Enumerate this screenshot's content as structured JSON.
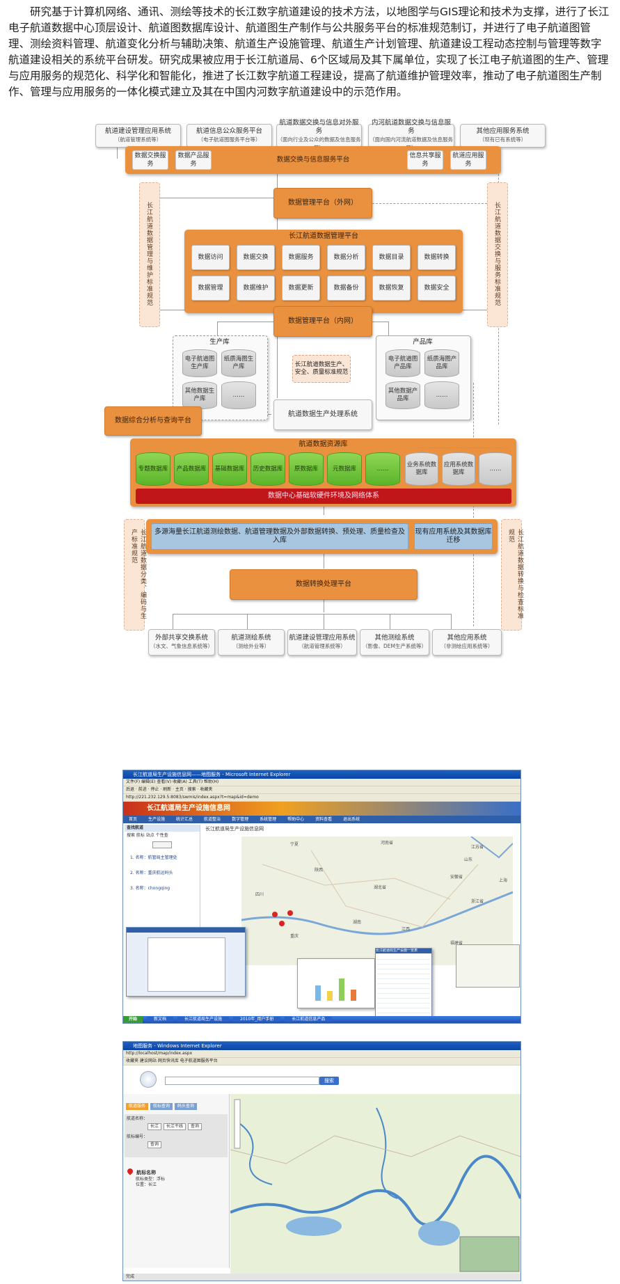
{
  "intro": "研究基于计算机网络、通讯、测绘等技术的长江数字航道建设的技术方法，以地图学与GIS理论和技术为支撑，进行了长江电子航道数据中心顶层设计、航道图数据库设计、航道图生产制作与公共服务平台的标准规范制订，并进行了电子航道图管理、测绘资料管理、航道变化分析与辅助决策、航道生产设施管理、航道生产计划管理、航道建设工程动态控制与管理等数字航道建设相关的系统平台研发。研究成果被应用于长江航道局、6个区域局及其下属单位，实现了长江电子航道图的生产、管理与应用服务的规范化、科学化和智能化，推进了长江数字航道工程建设，提高了航道维护管理效率，推动了电子航道图生产制作、管理与应用服务的一体化模式建立及其在中国内河数字航道建设中的示范作用。",
  "diagram": {
    "top_systems": [
      {
        "title": "航道建设管理应用系统",
        "sub": "（航道管理系统等）"
      },
      {
        "title": "航道信息公众服务平台",
        "sub": "（电子航道图服务平台等）"
      },
      {
        "title": "航道数据交换与信息对外服务",
        "sub": "（面向行业及公众的数据及信息服务等）"
      },
      {
        "title": "内河航道数据交换与信息服务",
        "sub": "（面向国内河流航道数据及信息服务等）"
      },
      {
        "title": "其他应用服务系统",
        "sub": "（现有已有系统等）"
      }
    ],
    "exchange_platform": {
      "title": "数据交换与信息服务平台",
      "left_chips": [
        "数据交换服务",
        "数据产品服务"
      ],
      "right_chips": [
        "信息共享服务",
        "航道应用服务"
      ]
    },
    "left_side_label": "长江航道数据管理与维护标准规范",
    "right_side_label": "长江航道数据交换与服务标准规范",
    "mgmt_outer": "数据管理平台（外网）",
    "mgmt_platform": {
      "title": "长江航道数据管理平台",
      "row1": [
        "数据访问",
        "数据交换",
        "数据服务",
        "数据分析",
        "数据目录",
        "数据转换"
      ],
      "row2": [
        "数据管理",
        "数据维护",
        "数据更新",
        "数据备份",
        "数据恢复",
        "数据安全"
      ]
    },
    "mgmt_inner": "数据管理平台（内网）",
    "production_lib": {
      "title": "生产库",
      "cyl": [
        "电子航道图生产库",
        "纸质海图生产库",
        "其他数据生产库",
        "……"
      ]
    },
    "product_lib": {
      "title": "产品库",
      "cyl": [
        "电子航道图产品库",
        "纸质海图产品库",
        "其他数据产品库",
        "……"
      ]
    },
    "standard_note": "长江航道数据生产、安全、质量标准规范",
    "processing_system": "航道数据生产处理系统",
    "analysis_platform": "数据综合分析与查询平台",
    "resource_lib": {
      "title": "航道数据资源库",
      "green": [
        "专题数据库",
        "产品数据库",
        "基础数据库",
        "历史数据库",
        "原数据库",
        "元数据库",
        "……"
      ],
      "grey": [
        "业务系统数据库",
        "应用系统数据库",
        "……"
      ],
      "red_bar": "数据中心基础软硬件环境及网络体系"
    },
    "migration_left": "多源海量长江航道测绘数据、航道管理数据及外部数据转换、预处理、质量检查及入库",
    "migration_right": "现有应用系统及其数据库迁移",
    "left_side_label2": "长江航道数据分类、编码与生产标准规范",
    "right_side_label2": "长江航道数据转换与检查标准规范",
    "conversion_platform": "数据转换处理平台",
    "bottom_systems": [
      {
        "title": "外部共享交换系统",
        "sub": "（水文、气象信息系统等）"
      },
      {
        "title": "航道测绘系统",
        "sub": "（测绘外业等）"
      },
      {
        "title": "航道建设管理应用系统",
        "sub": "（航道管理系统等）"
      },
      {
        "title": "其他测绘系统",
        "sub": "（影像、DEM生产系统等）"
      },
      {
        "title": "其他应用系统",
        "sub": "（非测绘应用系统等）"
      }
    ]
  },
  "shot1": {
    "window_title": "长江航道局生产设施信息网——地图服务 - Microsoft Internet Explorer",
    "menu": "文件(F)  编辑(E)  查看(V)  收藏(A)  工具(T)  帮助(H)",
    "toolbar": "后退 · 前进 · 停止 · 刷新 · 主页 · 搜索 · 收藏夹",
    "address": "http://221.232.129.5:8083/swmis/index.aspx?t=map&id=demo",
    "banner": "长江航道局生产设施信息网",
    "nav": [
      "首页",
      "生产设施",
      "统计汇总",
      "航道整治",
      "数字管理",
      "系统管理",
      "帮助中心",
      "资料查看",
      "退出系统"
    ],
    "panel_title": "查找航道",
    "panel_tabs": "搜索  航标  站点  个性查",
    "results": [
      "1. 名称：航管局主管理处",
      "2. 名称：重庆航运码头",
      "3. 名称：chongqing"
    ],
    "map_heading": "长江航道局生产设施信息网",
    "map_places": [
      "宁夏",
      "陕西",
      "河南省",
      "山东",
      "江苏省",
      "安徽省",
      "湖北省",
      "四川",
      "湖南",
      "浙江省",
      "重庆",
      "江西",
      "福建省",
      "上海"
    ],
    "chart_panel_title": "长江航道局生产设施一览表",
    "taskbar": [
      "开始",
      "新文档",
      "长江航道局生产设施",
      "2010年_用户手册",
      "长江航道信息产品"
    ]
  },
  "shot2": {
    "window_title": "地图服务 - Windows Internet Explorer",
    "address": "http://localhost/map/index.aspx",
    "toolbar": "收藏夹  建议网站  网页快讯库  电子航道图服务平台",
    "search_button": "搜索",
    "tabs": [
      "航道服务",
      "航标查询",
      "码头查询"
    ],
    "form1_label": "航道名称：",
    "form1_values": [
      "长江",
      "长江干线",
      "查询"
    ],
    "form2_label": "航标编号：",
    "form2_values": [
      "查询"
    ],
    "result_name": "航标名称",
    "result_lines": [
      "航标类型：浮标",
      "位置：长江"
    ],
    "status": "完成"
  }
}
